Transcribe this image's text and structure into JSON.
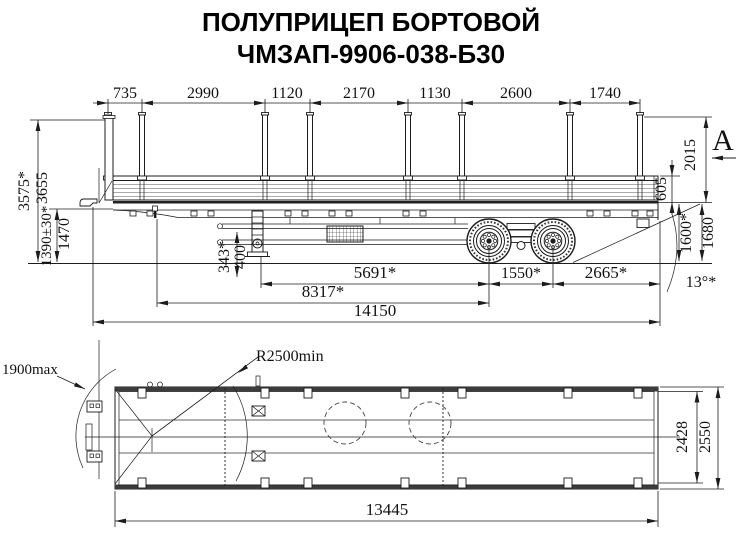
{
  "title": {
    "line1": "ПОЛУПРИЦЕП БОРТОВОЙ",
    "line2": "ЧМЗАП-9906-038-Б30"
  },
  "side_view": {
    "view_label": "A",
    "top_chain": {
      "c1": "735",
      "c2": "2990",
      "c3": "1120",
      "c4": "2170",
      "c5": "1130",
      "c6": "2600",
      "c7": "1740"
    },
    "left": {
      "overall_height": "3575*",
      "overall_height_unladen": "3655",
      "fifth_wheel_height": "1390±30*",
      "fifth_wheel_height_unladen": "1470"
    },
    "mid": {
      "clearance": "343*",
      "clearance_unladen": "400"
    },
    "right": {
      "stake_height": "2015",
      "board_height": "605",
      "floor_height": "1600*",
      "floor_height_unladen": "1680",
      "departure_angle": "13°*"
    },
    "bottom": {
      "kingpin_to_axle": "5691*",
      "axle_spacing": "1550*",
      "rear_overhang": "2665*",
      "kingpin_to_bogie": "8317*",
      "overall_length": "14150"
    }
  },
  "plan_view": {
    "front_swing": "1900max",
    "turn_radius": "R2500min",
    "inner_width": "2428",
    "overall_width": "2550",
    "platform_length": "13445"
  }
}
